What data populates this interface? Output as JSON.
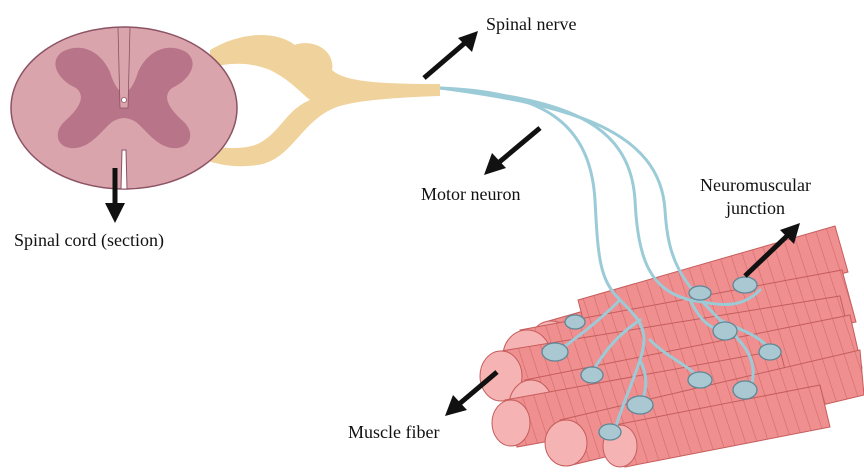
{
  "diagram": {
    "labels": {
      "spinal_nerve": "Spinal nerve",
      "motor_neuron": "Motor neuron",
      "spinal_cord": "Spinal cord (section)",
      "nmj_line1": "Neuromuscular",
      "nmj_line2": "junction",
      "muscle_fiber": "Muscle fiber"
    },
    "colors": {
      "cord_white_matter": "#d9a4ac",
      "cord_grey_matter": "#b87488",
      "nerve_root": "#f0d39c",
      "motor_axon": "#9ccbd8",
      "muscle_fiber": "#ef8f8f",
      "muscle_end": "#f6b3b3",
      "endplate": "#5f8797",
      "arrow": "#111111"
    }
  }
}
